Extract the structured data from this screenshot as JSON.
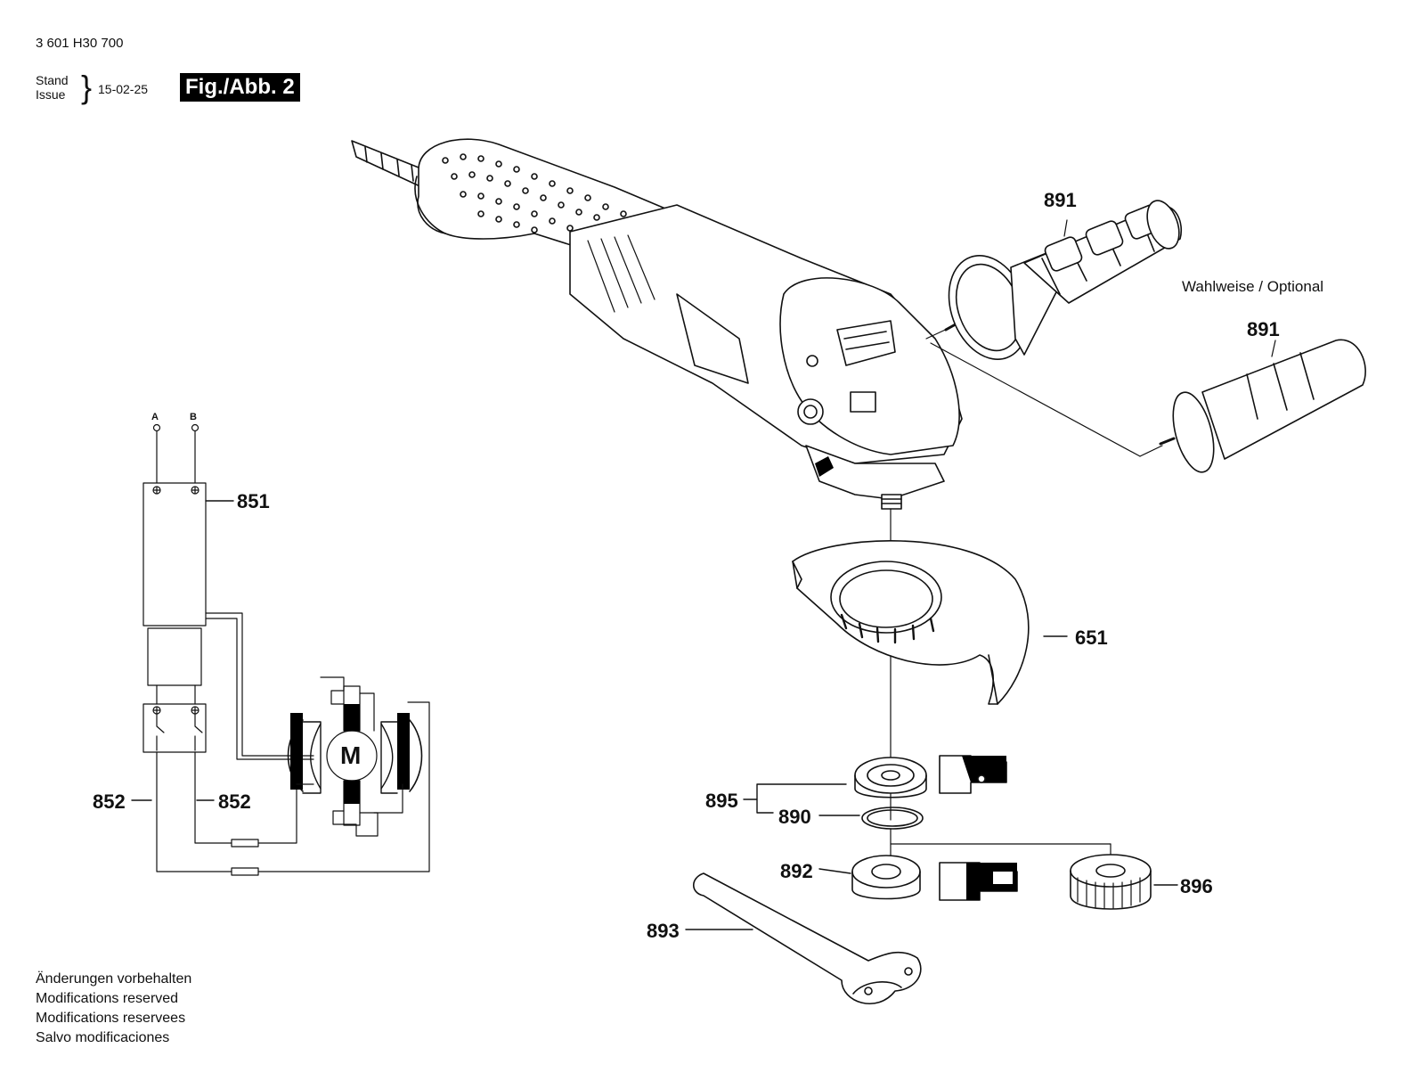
{
  "header": {
    "doc_number": "3 601 H30 700",
    "stand_label": "Stand",
    "issue_label": "Issue",
    "date": "15-02-25",
    "figure_label": "Fig./Abb. 2"
  },
  "optional_label": "Wahlweise / Optional",
  "wiring": {
    "terminal_a": "A",
    "terminal_b": "B",
    "motor_label": "M"
  },
  "part_numbers": {
    "side_handle_1": "891",
    "side_handle_2": "891",
    "electronics": "851",
    "switch_left": "852",
    "switch_right": "852",
    "guard": "651",
    "clamp_nut": "895",
    "o_ring": "890",
    "mounting_flange": "892",
    "quick_nut": "896",
    "pin_wrench": "893"
  },
  "footer": {
    "line1": "Änderungen vorbehalten",
    "line2": "Modifications reserved",
    "line3": "Modifications reservees",
    "line4": "Salvo modificaciones"
  },
  "colors": {
    "ink": "#111111",
    "fill": "#ffffff",
    "dark": "#000000"
  }
}
